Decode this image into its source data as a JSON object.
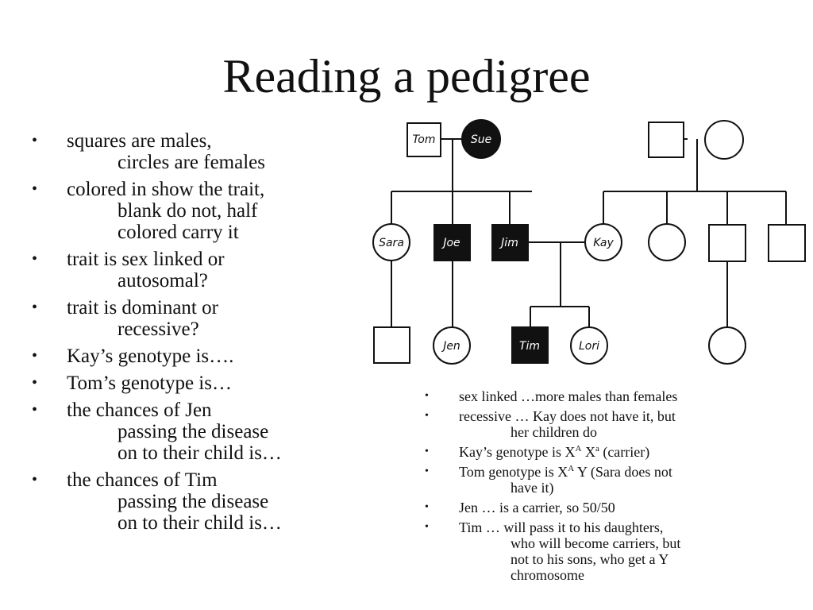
{
  "title": "Reading a pedigree",
  "left_bullets": [
    {
      "first": "squares are males,",
      "rest": [
        "circles are females"
      ]
    },
    {
      "first": "colored in show the trait,",
      "rest": [
        "blank do not, half",
        "colored carry it"
      ]
    },
    {
      "first": "trait is sex linked or",
      "rest": [
        "autosomal?"
      ]
    },
    {
      "first": "trait is dominant or",
      "rest": [
        "recessive?"
      ]
    },
    {
      "first": "Kay’s genotype is….",
      "rest": []
    },
    {
      "first": "Tom’s genotype is…",
      "rest": []
    },
    {
      "first": "the chances of Jen",
      "rest": [
        "passing the disease",
        "on to their child is…"
      ]
    },
    {
      "first": "the chances of Tim",
      "rest": [
        "passing the disease",
        "on to their child is…"
      ]
    }
  ],
  "answers": {
    "sex_linked": "sex linked …more males than females",
    "recessive": {
      "first": "recessive … Kay does not have it, but",
      "rest": "her children do"
    },
    "kay": {
      "before": "Kay’s genotype is X",
      "sup1": "A",
      "mid": " X",
      "sup2": "a",
      "after": " (carrier)"
    },
    "tom": {
      "before": "Tom genotype is X",
      "sup1": "A",
      "after": " Y (Sara does not",
      "rest": "have it)"
    },
    "jen": "Jen … is a carrier, so 50/50",
    "tim": {
      "first": "Tim … will pass it to his daughters,",
      "rest": [
        "who will become carriers, but",
        "not to his sons, who get a Y",
        "chromosome"
      ]
    }
  },
  "pedigree": {
    "names": {
      "tom": "Tom",
      "sue": "Sue",
      "sara": "Sara",
      "joe": "Joe",
      "jim": "Jim",
      "kay": "Kay",
      "jen": "Jen",
      "tim": "Tim",
      "lori": "Lori"
    },
    "affected": [
      "Sue",
      "Joe",
      "Jim",
      "Tim"
    ],
    "colors": {
      "affected": "#111111",
      "unaffected": "#ffffff",
      "line": "#111111"
    }
  }
}
